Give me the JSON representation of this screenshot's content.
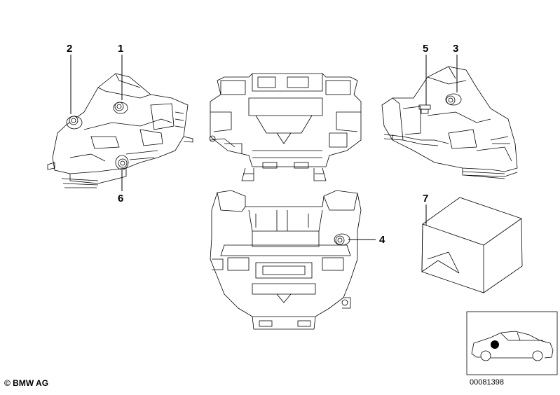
{
  "callouts": {
    "n1": "1",
    "n2": "2",
    "n3": "3",
    "n4": "4",
    "n5": "5",
    "n6": "6",
    "n7": "7"
  },
  "footer": {
    "copyright": "© BMW AG",
    "doc_number": "00081398"
  },
  "colors": {
    "line": "#000000",
    "background": "#ffffff",
    "marker": "#000000"
  }
}
